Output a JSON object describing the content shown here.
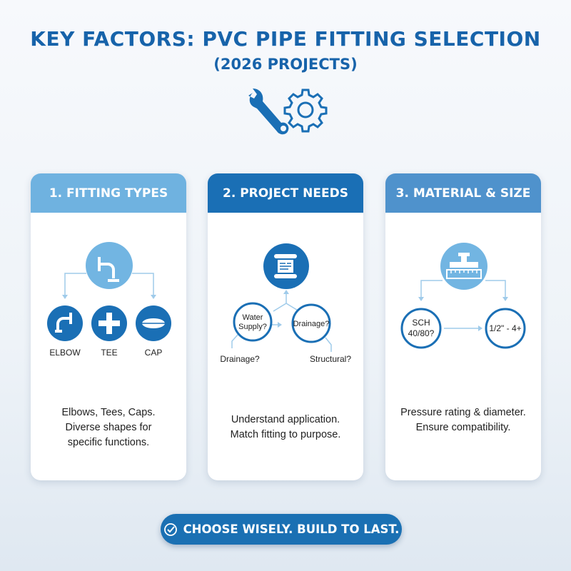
{
  "title": "KEY FACTORS: PVC PIPE FITTING SELECTION",
  "subtitle": "(2026 PROJECTS)",
  "hero_icons": [
    "wrench-icon",
    "gear-icon"
  ],
  "colors": {
    "primary": "#1a6fb5",
    "light": "#6fb2e0",
    "medium": "#4f92cc",
    "title": "#1763aa"
  },
  "cards": [
    {
      "header": "1. FITTING TYPES",
      "items": [
        "ELBOW",
        "TEE",
        "CAP"
      ],
      "description": [
        "Elbows, Tees, Caps.",
        "Diverse shapes for",
        "specific functions."
      ]
    },
    {
      "header": "2. PROJECT NEEDS",
      "nodes": [
        "Water",
        "Supply?",
        "Drainage?"
      ],
      "labels": [
        "Drainage?",
        "Structural?"
      ],
      "description": [
        "Understand application.",
        "Match fitting to purpose."
      ]
    },
    {
      "header": "3. MATERIAL & SIZE",
      "nodes": [
        "SCH",
        "40/80?",
        "1/2\" - 4+"
      ],
      "description": [
        "Pressure rating & diameter.",
        "Ensure compatibility."
      ]
    }
  ],
  "footer": {
    "label": "CHOOSE WISELY. BUILD TO LAST.",
    "icon": "check-circle-icon"
  }
}
